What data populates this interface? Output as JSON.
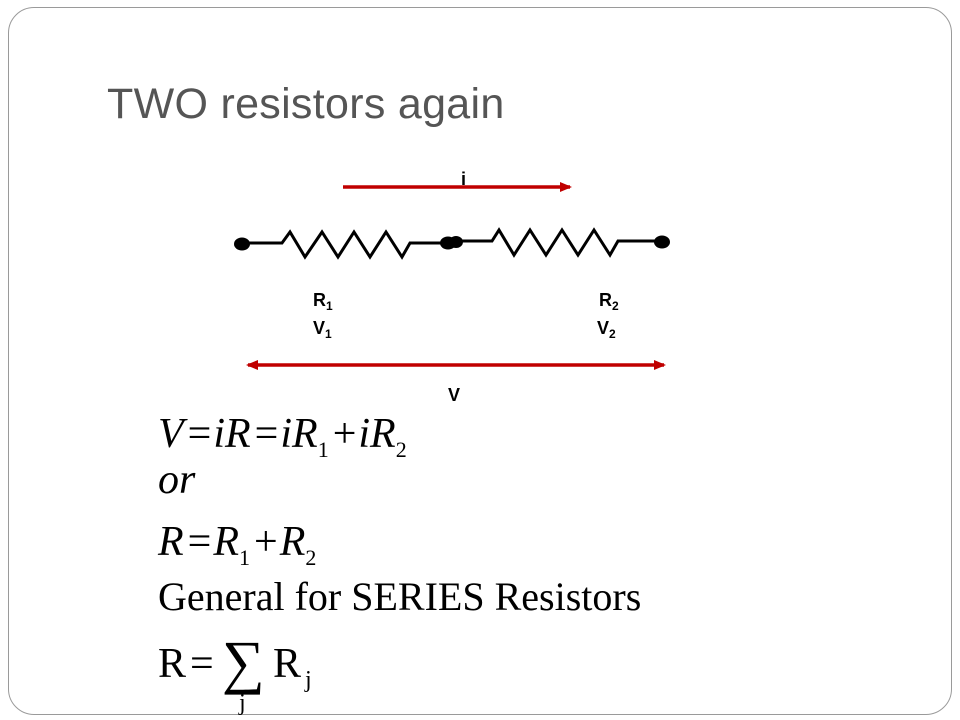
{
  "title": "TWO resistors again",
  "diagram": {
    "current_label": "i",
    "voltage_label": "V",
    "resistor1": {
      "r_label": "R",
      "r_sub": "1",
      "v_label": "V",
      "v_sub": "1"
    },
    "resistor2": {
      "r_label": "R",
      "r_sub": "2",
      "v_label": "V",
      "v_sub": "2"
    },
    "arrow_color": "#c00000"
  },
  "equations": {
    "eq1": {
      "V": "V",
      "eq": "=",
      "iR": "iR",
      "eq2": "=",
      "iR1": "iR",
      "sub1": "1",
      "plus": "+",
      "iR2": "iR",
      "sub2": "2"
    },
    "or": "or",
    "eq2": {
      "R": "R",
      "eq": "=",
      "R1": "R",
      "sub1": "1",
      "plus": "+",
      "R2": "R",
      "sub2": "2"
    },
    "general": "General for SERIES Resistors",
    "sum": {
      "R": "R",
      "eq": "=",
      "sigma": "∑",
      "index": "j",
      "Rj": "R",
      "sub": "j"
    }
  }
}
